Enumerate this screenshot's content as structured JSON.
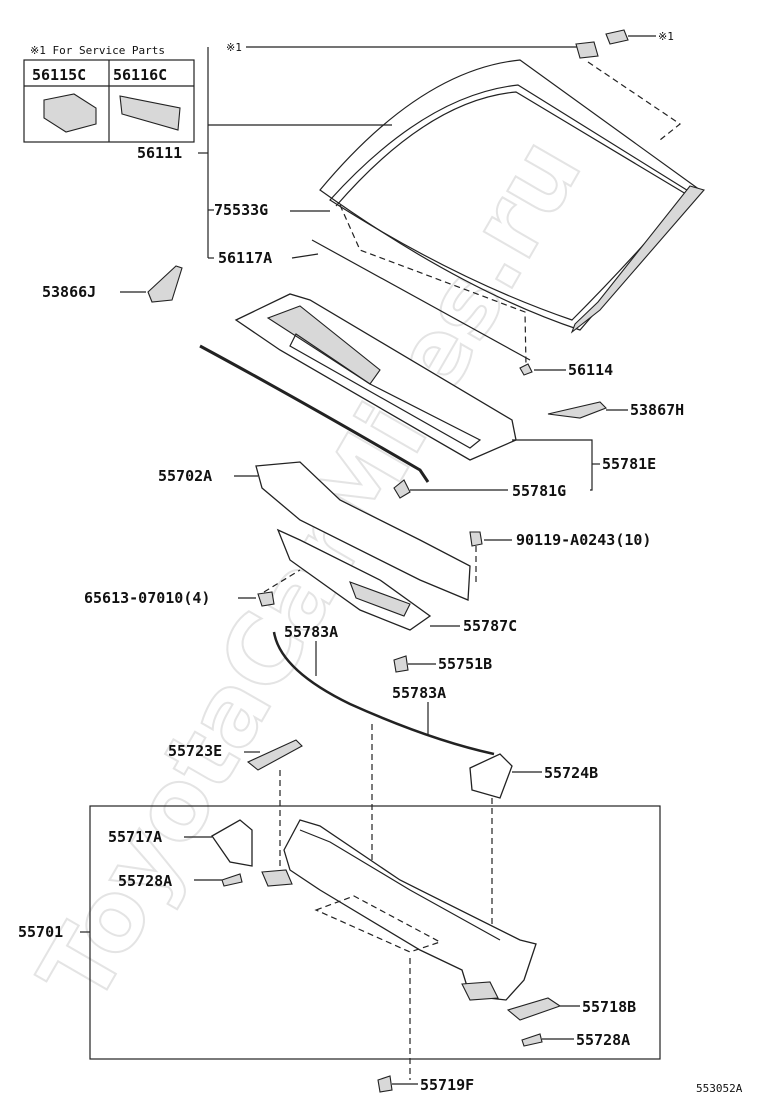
{
  "watermark": "ToyotaCarMiles.ru",
  "diagram_code": "553052A",
  "service_parts": {
    "title": "※1 For Service Parts",
    "part_a": "56115C",
    "part_b": "56116C"
  },
  "note_mark": "※1",
  "labels": {
    "p56111": "56111",
    "p75533G": "75533G",
    "p56117A": "56117A",
    "p53866J": "53866J",
    "p56114": "56114",
    "p53867H": "53867H",
    "p55781E": "55781E",
    "p55702A": "55702A",
    "p55781G": "55781G",
    "p90119": "90119-A0243(10)",
    "p65613": "65613-07010(4)",
    "p55787C": "55787C",
    "p55783A_1": "55783A",
    "p55751B": "55751B",
    "p55783A_2": "55783A",
    "p55723E": "55723E",
    "p55724B": "55724B",
    "p55717A": "55717A",
    "p55728A_1": "55728A",
    "p55701": "55701",
    "p55718B": "55718B",
    "p55728A_2": "55728A",
    "p55719F": "55719F"
  }
}
